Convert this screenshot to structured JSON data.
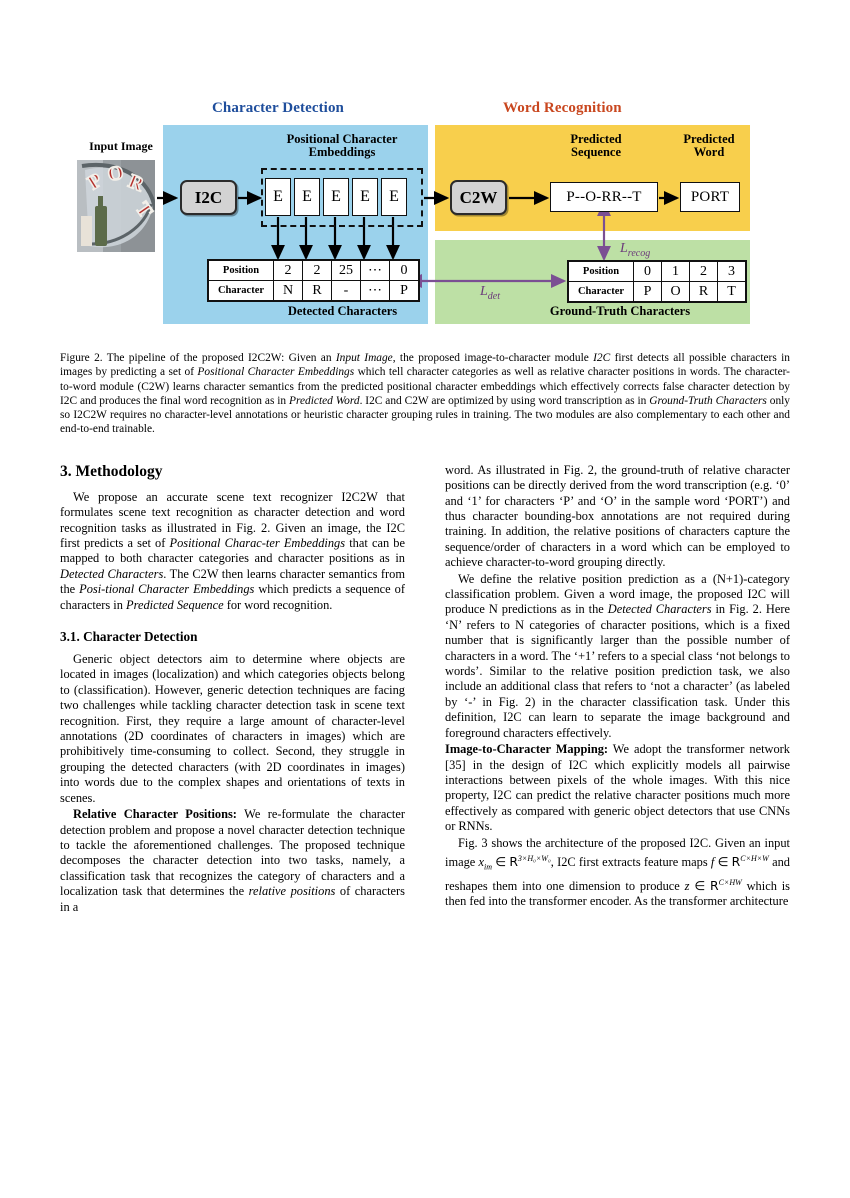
{
  "figure": {
    "titles": {
      "character_detection": "Character Detection",
      "word_recognition": "Word Recognition"
    },
    "colors": {
      "character_detection_title": "#1F4E9C",
      "word_recognition_title": "#C9471F",
      "detection_panel": "#9BD2EC",
      "recognition_panel": "#F8CF4C",
      "groundtruth_panel": "#BDE0A5",
      "module_box": "#D3D3D3",
      "loss_arrow": "#7B4F93"
    },
    "labels": {
      "input_image": "Input Image",
      "positional_character_embeddings": "Positional Character\nEmbeddings",
      "detected_characters": "Detected Characters",
      "predicted_sequence": "Predicted\nSequence",
      "predicted_word": "Predicted\nWord",
      "ground_truth_characters": "Ground-Truth Characters"
    },
    "modules": {
      "i2c": "I2C",
      "c2w": "C2W"
    },
    "embeddings": [
      "E",
      "E",
      "E",
      "E",
      "E"
    ],
    "detected_table": {
      "row_headers": [
        "Position",
        "Character"
      ],
      "positions": [
        "2",
        "2",
        "25",
        "⋯",
        "0"
      ],
      "characters": [
        "N",
        "R",
        "-",
        "⋯",
        "P"
      ]
    },
    "ground_truth_table": {
      "row_headers": [
        "Position",
        "Character"
      ],
      "positions": [
        "0",
        "1",
        "2",
        "3"
      ],
      "characters": [
        "P",
        "O",
        "R",
        "T"
      ]
    },
    "predicted_sequence_value": "P--O-RR--T",
    "predicted_word_value": "PORT",
    "losses": {
      "detection": "L",
      "detection_sub": "det",
      "recognition": "L",
      "recognition_sub": "recog"
    },
    "input_thumbnail_text": "PORT"
  },
  "caption": {
    "number": "Figure 2.",
    "text_segments": [
      {
        "t": "  The pipeline of the proposed I2C2W: Given an ",
        "i": false
      },
      {
        "t": "Input Image",
        "i": true
      },
      {
        "t": ", the proposed image-to-character module ",
        "i": false
      },
      {
        "t": "I2C",
        "i": true
      },
      {
        "t": " first detects all possible characters in images by predicting a set of ",
        "i": false
      },
      {
        "t": "Positional Character Embeddings",
        "i": true
      },
      {
        "t": " which tell character categories as well as relative character positions in words. The character-to-word module (C2W) learns character semantics from the predicted positional character embeddings which effectively corrects false character detection by I2C and produces the final word recognition as in ",
        "i": false
      },
      {
        "t": "Predicted Word",
        "i": true
      },
      {
        "t": ". I2C and C2W are optimized by using word transcription as in ",
        "i": false
      },
      {
        "t": "Ground-Truth Characters",
        "i": true
      },
      {
        "t": " only so I2C2W requires no character-level annotations or heuristic character grouping rules in training. The two modules are also complementary to each other and end-to-end trainable.",
        "i": false
      }
    ]
  },
  "sections": {
    "methodology_heading": "3. Methodology",
    "character_detection_heading": "3.1. Character Detection"
  },
  "left_column": {
    "para1": [
      {
        "t": "We propose an accurate scene text recognizer I2C2W that formulates scene text recognition as character detection and word recognition tasks as illustrated in Fig. 2. Given an image, the I2C first predicts a set of ",
        "i": false
      },
      {
        "t": "Positional Charac-ter Embeddings",
        "i": true
      },
      {
        "t": " that can be mapped to both character categories and character positions as in ",
        "i": false
      },
      {
        "t": "Detected Characters",
        "i": true
      },
      {
        "t": ". The C2W then learns character semantics from the ",
        "i": false
      },
      {
        "t": "Posi-tional Character Embeddings",
        "i": true
      },
      {
        "t": " which predicts a sequence of characters in ",
        "i": false
      },
      {
        "t": "Predicted Sequence",
        "i": true
      },
      {
        "t": " for word recognition.",
        "i": false
      }
    ],
    "para2": [
      {
        "t": "Generic object detectors aim to determine where objects are located in images (localization) and which categories objects belong to (classification). However, generic detection techniques are facing two challenges while tackling character detection task in scene text recognition. First, they require a large amount of character-level annotations (2D coordinates of characters in images) which are prohibitively time-consuming to collect. Second, they struggle in grouping the detected characters (with 2D coordinates in images) into words due to the complex shapes and orientations of texts in scenes.",
        "i": false
      }
    ],
    "para3": [
      {
        "t": "Relative Character Positions:",
        "b": true
      },
      {
        "t": "  We re-formulate the character detection problem and propose a novel character detection technique to tackle the aforementioned challenges. The proposed technique decomposes the character detection into two tasks, namely, a classification task that recognizes the category of characters and a localization task that determines the ",
        "i": false
      },
      {
        "t": "relative positions",
        "i": true
      },
      {
        "t": " of characters in a",
        "i": false
      }
    ]
  },
  "right_column": {
    "para1": [
      {
        "t": "word. As illustrated in Fig. 2, the ground-truth of relative character positions can be directly derived from the word transcription (e.g. ‘0’ and ‘1’ for characters ‘P’ and ‘O’ in the sample word ‘PORT’) and thus character bounding-box annotations are not required during training. In addition, the relative positions of characters capture the sequence/order of characters in a word which can be employed to achieve character-to-word grouping directly.",
        "i": false
      }
    ],
    "para2": [
      {
        "t": "We define the relative position prediction as a (N+1)-category classification problem. Given a word image, the proposed I2C will produce N predictions as in the ",
        "i": false
      },
      {
        "t": "Detected Characters",
        "i": true
      },
      {
        "t": " in Fig. 2. Here ‘N’ refers to N categories of character positions, which is a fixed number that is significantly larger than the possible number of characters in a word. The ‘+1’ refers to a special class ‘not belongs to words’. Similar to the relative position prediction task, we also include an additional class that refers to ‘not a character’ (as labeled by ‘-’ in Fig. 2) in the character classification task. Under this definition, I2C can learn to separate the image background and foreground characters effectively.",
        "i": false
      }
    ],
    "para3_lead": "Image-to-Character Mapping:",
    "para3": [
      {
        "t": "  We adopt the transformer network [35] in the design of I2C which explicitly models all pairwise interactions between pixels of the whole images. With this nice property, I2C can predict the relative character positions much more effectively as compared with generic object detectors that use CNNs or RNNs.",
        "i": false
      }
    ],
    "para4_pre": "Fig. 3 shows the architecture of the proposed I2C. Given an input image ",
    "para4_math1_var": "x",
    "para4_math1_sub": "im",
    "para4_math1_mid": " ∈ ",
    "para4_math1_set": "R",
    "para4_math1_sup": "3×H₀×W₀",
    "para4_mid1": ", I2C first extracts feature maps ",
    "para4_math2_var": "f",
    "para4_math2_mid": " ∈ ",
    "para4_math2_set": "R",
    "para4_math2_sup": "C×H×W",
    "para4_mid2": " and reshapes them into one dimension to produce ",
    "para4_math3_var": "z",
    "para4_math3_mid": " ∈ ",
    "para4_math3_set": "R",
    "para4_math3_sup": "C×HW",
    "para4_end": " which is then fed into the transformer encoder. As the transformer architecture"
  }
}
